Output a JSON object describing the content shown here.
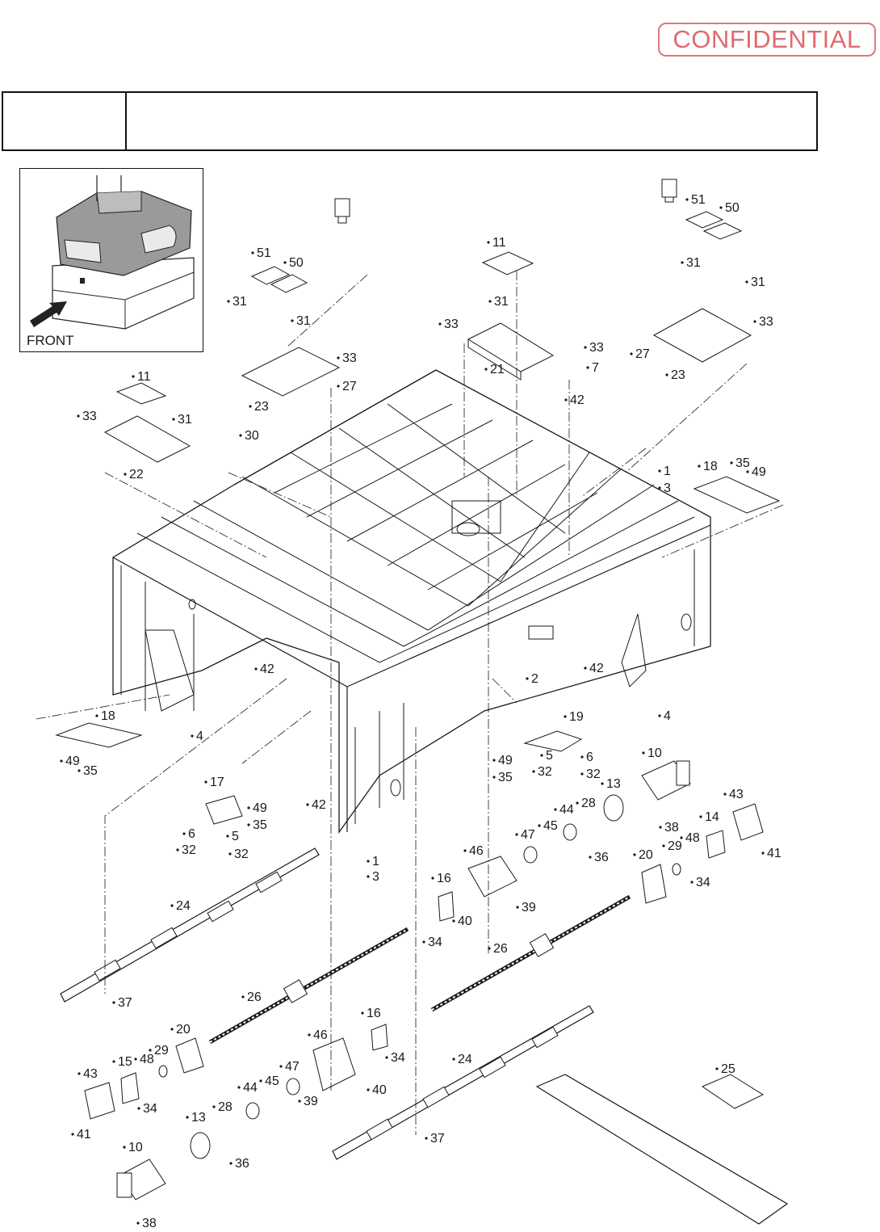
{
  "header": {
    "stamp_text": "CONFIDENTIAL",
    "title_left": "",
    "title_right": ""
  },
  "inset": {
    "front_label": "FRONT"
  },
  "colors": {
    "stamp": "#e06a70",
    "line": "#1a1a1a",
    "shade": "#9a9a9a"
  },
  "icons": [
    "front-arrow-icon"
  ],
  "callouts": [
    {
      "id": "c-51a",
      "label": "51"
    },
    {
      "id": "c-50a",
      "label": "50"
    },
    {
      "id": "c-31a",
      "label": "31"
    },
    {
      "id": "c-31b",
      "label": "31"
    },
    {
      "id": "c-33a",
      "label": "33"
    },
    {
      "id": "c-23a",
      "label": "23"
    },
    {
      "id": "c-27a",
      "label": "27"
    },
    {
      "id": "c-11a",
      "label": "11"
    },
    {
      "id": "c-31c",
      "label": "31"
    },
    {
      "id": "c-33b",
      "label": "33"
    },
    {
      "id": "c-21",
      "label": "21"
    },
    {
      "id": "c-33c",
      "label": "33"
    },
    {
      "id": "c-7",
      "label": "7"
    },
    {
      "id": "c-42a",
      "label": "42"
    },
    {
      "id": "c-51b",
      "label": "51"
    },
    {
      "id": "c-50b",
      "label": "50"
    },
    {
      "id": "c-31d",
      "label": "31"
    },
    {
      "id": "c-31e",
      "label": "31"
    },
    {
      "id": "c-33d",
      "label": "33"
    },
    {
      "id": "c-27b",
      "label": "27"
    },
    {
      "id": "c-23b",
      "label": "23"
    },
    {
      "id": "c-11b",
      "label": "11"
    },
    {
      "id": "c-33e",
      "label": "33"
    },
    {
      "id": "c-31f",
      "label": "31"
    },
    {
      "id": "c-22",
      "label": "22"
    },
    {
      "id": "c-30",
      "label": "30"
    },
    {
      "id": "c-1a",
      "label": "1"
    },
    {
      "id": "c-3a",
      "label": "3"
    },
    {
      "id": "c-18a",
      "label": "18"
    },
    {
      "id": "c-35a",
      "label": "35"
    },
    {
      "id": "c-49a",
      "label": "49"
    },
    {
      "id": "c-42b",
      "label": "42"
    },
    {
      "id": "c-42c",
      "label": "42"
    },
    {
      "id": "c-2",
      "label": "2"
    },
    {
      "id": "c-4a",
      "label": "4"
    },
    {
      "id": "c-18b",
      "label": "18"
    },
    {
      "id": "c-4b",
      "label": "4"
    },
    {
      "id": "c-49b",
      "label": "49"
    },
    {
      "id": "c-35b",
      "label": "35"
    },
    {
      "id": "c-19",
      "label": "19"
    },
    {
      "id": "c-49c",
      "label": "49"
    },
    {
      "id": "c-5a",
      "label": "5"
    },
    {
      "id": "c-6a",
      "label": "6"
    },
    {
      "id": "c-35c",
      "label": "35"
    },
    {
      "id": "c-32a",
      "label": "32"
    },
    {
      "id": "c-32b",
      "label": "32"
    },
    {
      "id": "c-10a",
      "label": "10"
    },
    {
      "id": "c-13a",
      "label": "13"
    },
    {
      "id": "c-43a",
      "label": "43"
    },
    {
      "id": "c-17",
      "label": "17"
    },
    {
      "id": "c-49d",
      "label": "49"
    },
    {
      "id": "c-42d",
      "label": "42"
    },
    {
      "id": "c-35d",
      "label": "35"
    },
    {
      "id": "c-6b",
      "label": "6"
    },
    {
      "id": "c-5b",
      "label": "5"
    },
    {
      "id": "c-32c",
      "label": "32"
    },
    {
      "id": "c-32d",
      "label": "32"
    },
    {
      "id": "c-28a",
      "label": "28"
    },
    {
      "id": "c-44a",
      "label": "44"
    },
    {
      "id": "c-45a",
      "label": "45"
    },
    {
      "id": "c-47a",
      "label": "47"
    },
    {
      "id": "c-38a",
      "label": "38"
    },
    {
      "id": "c-14",
      "label": "14"
    },
    {
      "id": "c-46a",
      "label": "46"
    },
    {
      "id": "c-36a",
      "label": "36"
    },
    {
      "id": "c-20a",
      "label": "20"
    },
    {
      "id": "c-29a",
      "label": "29"
    },
    {
      "id": "c-48a",
      "label": "48"
    },
    {
      "id": "c-41a",
      "label": "41"
    },
    {
      "id": "c-1b",
      "label": "1"
    },
    {
      "id": "c-3b",
      "label": "3"
    },
    {
      "id": "c-34a",
      "label": "34"
    },
    {
      "id": "c-16a",
      "label": "16"
    },
    {
      "id": "c-24a",
      "label": "24"
    },
    {
      "id": "c-39a",
      "label": "39"
    },
    {
      "id": "c-40a",
      "label": "40"
    },
    {
      "id": "c-34b",
      "label": "34"
    },
    {
      "id": "c-26a",
      "label": "26"
    },
    {
      "id": "c-37a",
      "label": "37"
    },
    {
      "id": "c-26b",
      "label": "26"
    },
    {
      "id": "c-20b",
      "label": "20"
    },
    {
      "id": "c-16b",
      "label": "16"
    },
    {
      "id": "c-46b",
      "label": "46"
    },
    {
      "id": "c-29b",
      "label": "29"
    },
    {
      "id": "c-43b",
      "label": "43"
    },
    {
      "id": "c-15",
      "label": "15"
    },
    {
      "id": "c-48b",
      "label": "48"
    },
    {
      "id": "c-34c",
      "label": "34"
    },
    {
      "id": "c-34d",
      "label": "34"
    },
    {
      "id": "c-24b",
      "label": "24"
    },
    {
      "id": "c-25",
      "label": "25"
    },
    {
      "id": "c-47b",
      "label": "47"
    },
    {
      "id": "c-45b",
      "label": "45"
    },
    {
      "id": "c-44b",
      "label": "44"
    },
    {
      "id": "c-40b",
      "label": "40"
    },
    {
      "id": "c-39b",
      "label": "39"
    },
    {
      "id": "c-28b",
      "label": "28"
    },
    {
      "id": "c-13b",
      "label": "13"
    },
    {
      "id": "c-41b",
      "label": "41"
    },
    {
      "id": "c-36b",
      "label": "36"
    },
    {
      "id": "c-10b",
      "label": "10"
    },
    {
      "id": "c-37b",
      "label": "37"
    },
    {
      "id": "c-38b",
      "label": "38"
    }
  ]
}
